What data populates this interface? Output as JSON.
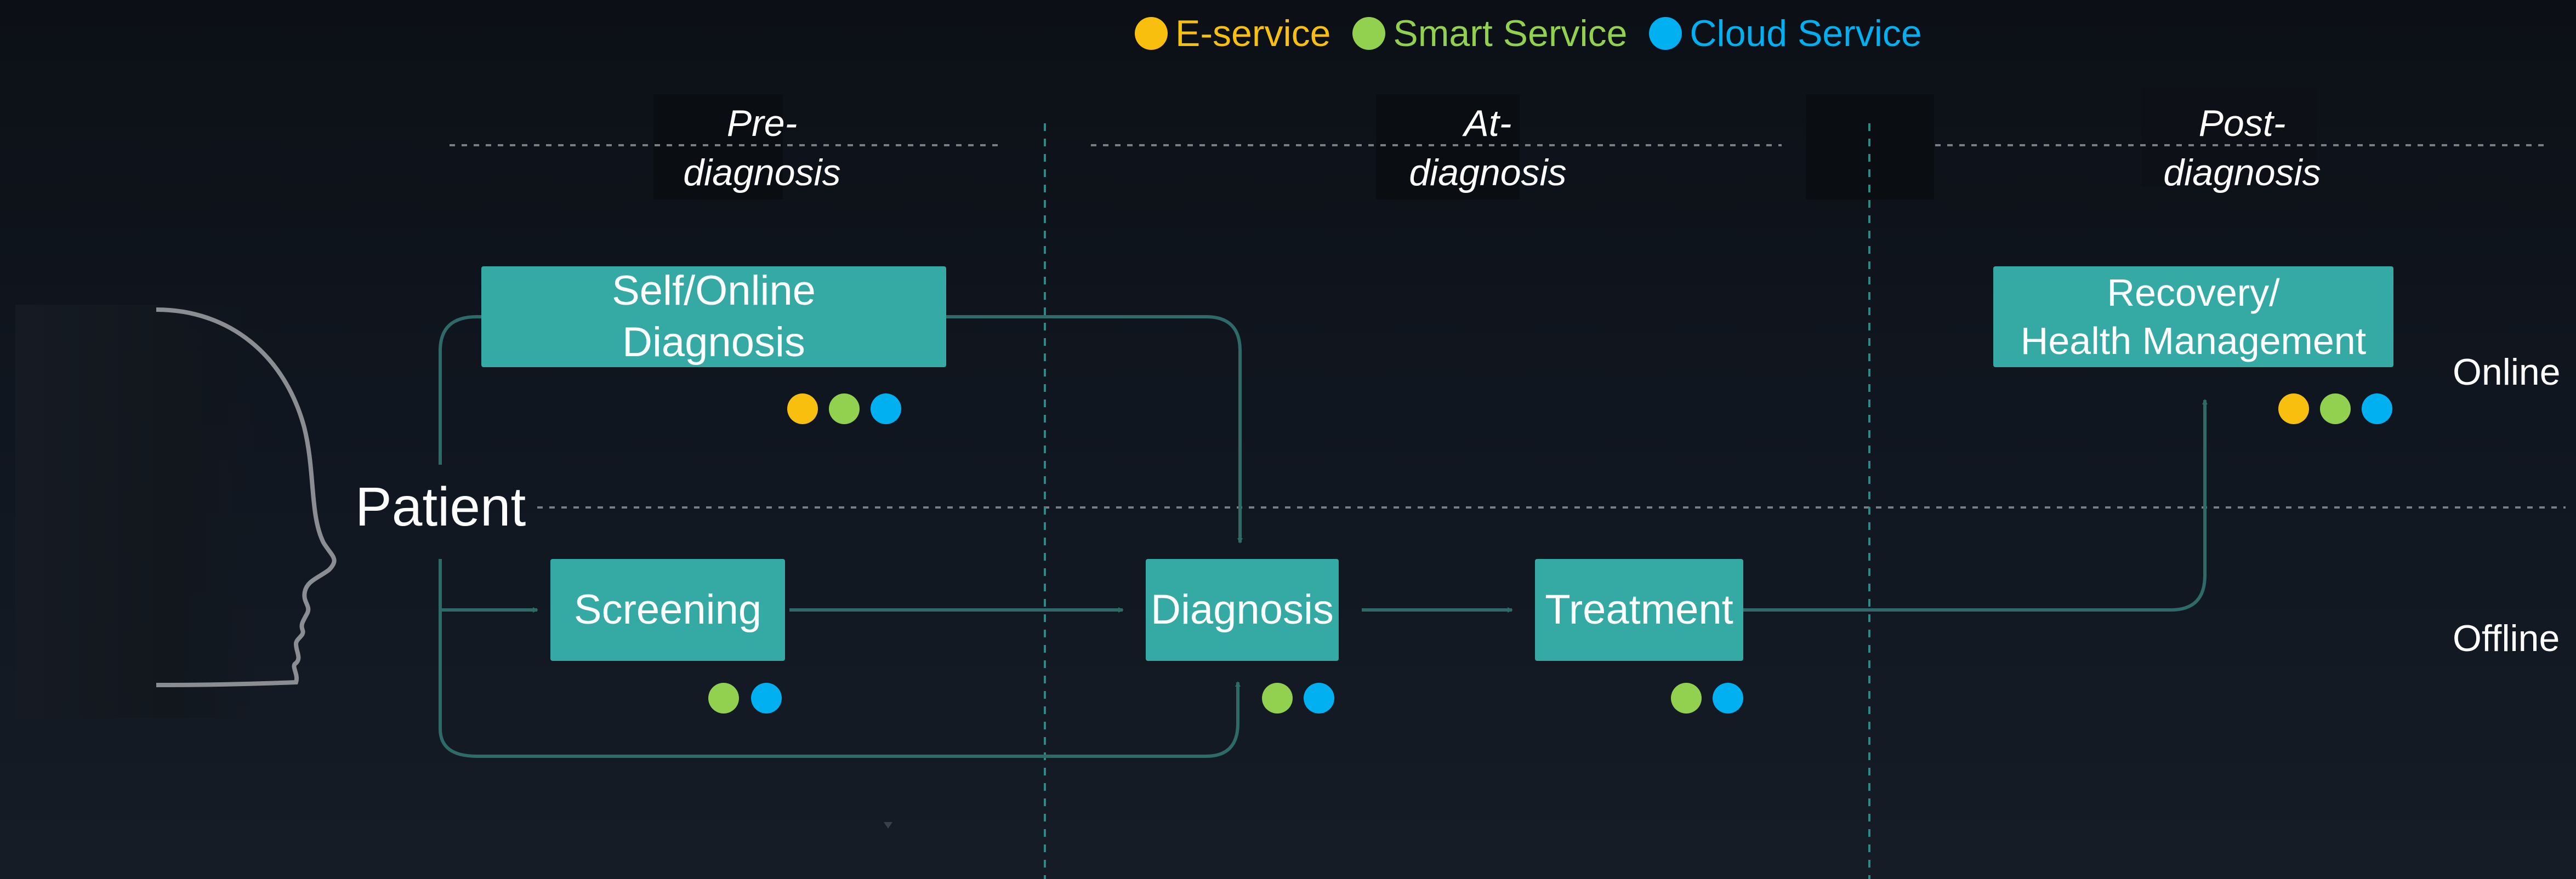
{
  "legend": [
    {
      "label": "E-service",
      "color": "#f9bf0e"
    },
    {
      "label": "Smart Service",
      "color": "#92d050"
    },
    {
      "label": "Cloud Service",
      "color": "#00b0f0"
    }
  ],
  "phases": {
    "pre": "Pre-\ndiagnosis",
    "at": "At-\ndiagnosis",
    "post": "Post-\ndiagnosis"
  },
  "patient": "Patient",
  "rows": {
    "online": "Online",
    "offline": "Offline"
  },
  "boxes": {
    "self_online": "Self/Online\nDiagnosis",
    "recovery": "Recovery/\nHealth Management",
    "screening": "Screening",
    "diagnosis": "Diagnosis",
    "treatment": "Treatment"
  },
  "colors": {
    "box": "#35aaa4",
    "connector": "#2e6b68",
    "divider": "#7a7e84",
    "phase_divider": "#2c8a86"
  },
  "service_dots": {
    "self_online": [
      "e-service",
      "smart-service",
      "cloud-service"
    ],
    "recovery": [
      "e-service",
      "smart-service",
      "cloud-service"
    ],
    "screening": [
      "smart-service",
      "cloud-service"
    ],
    "diagnosis": [
      "smart-service",
      "cloud-service"
    ],
    "treatment": [
      "smart-service",
      "cloud-service"
    ]
  }
}
